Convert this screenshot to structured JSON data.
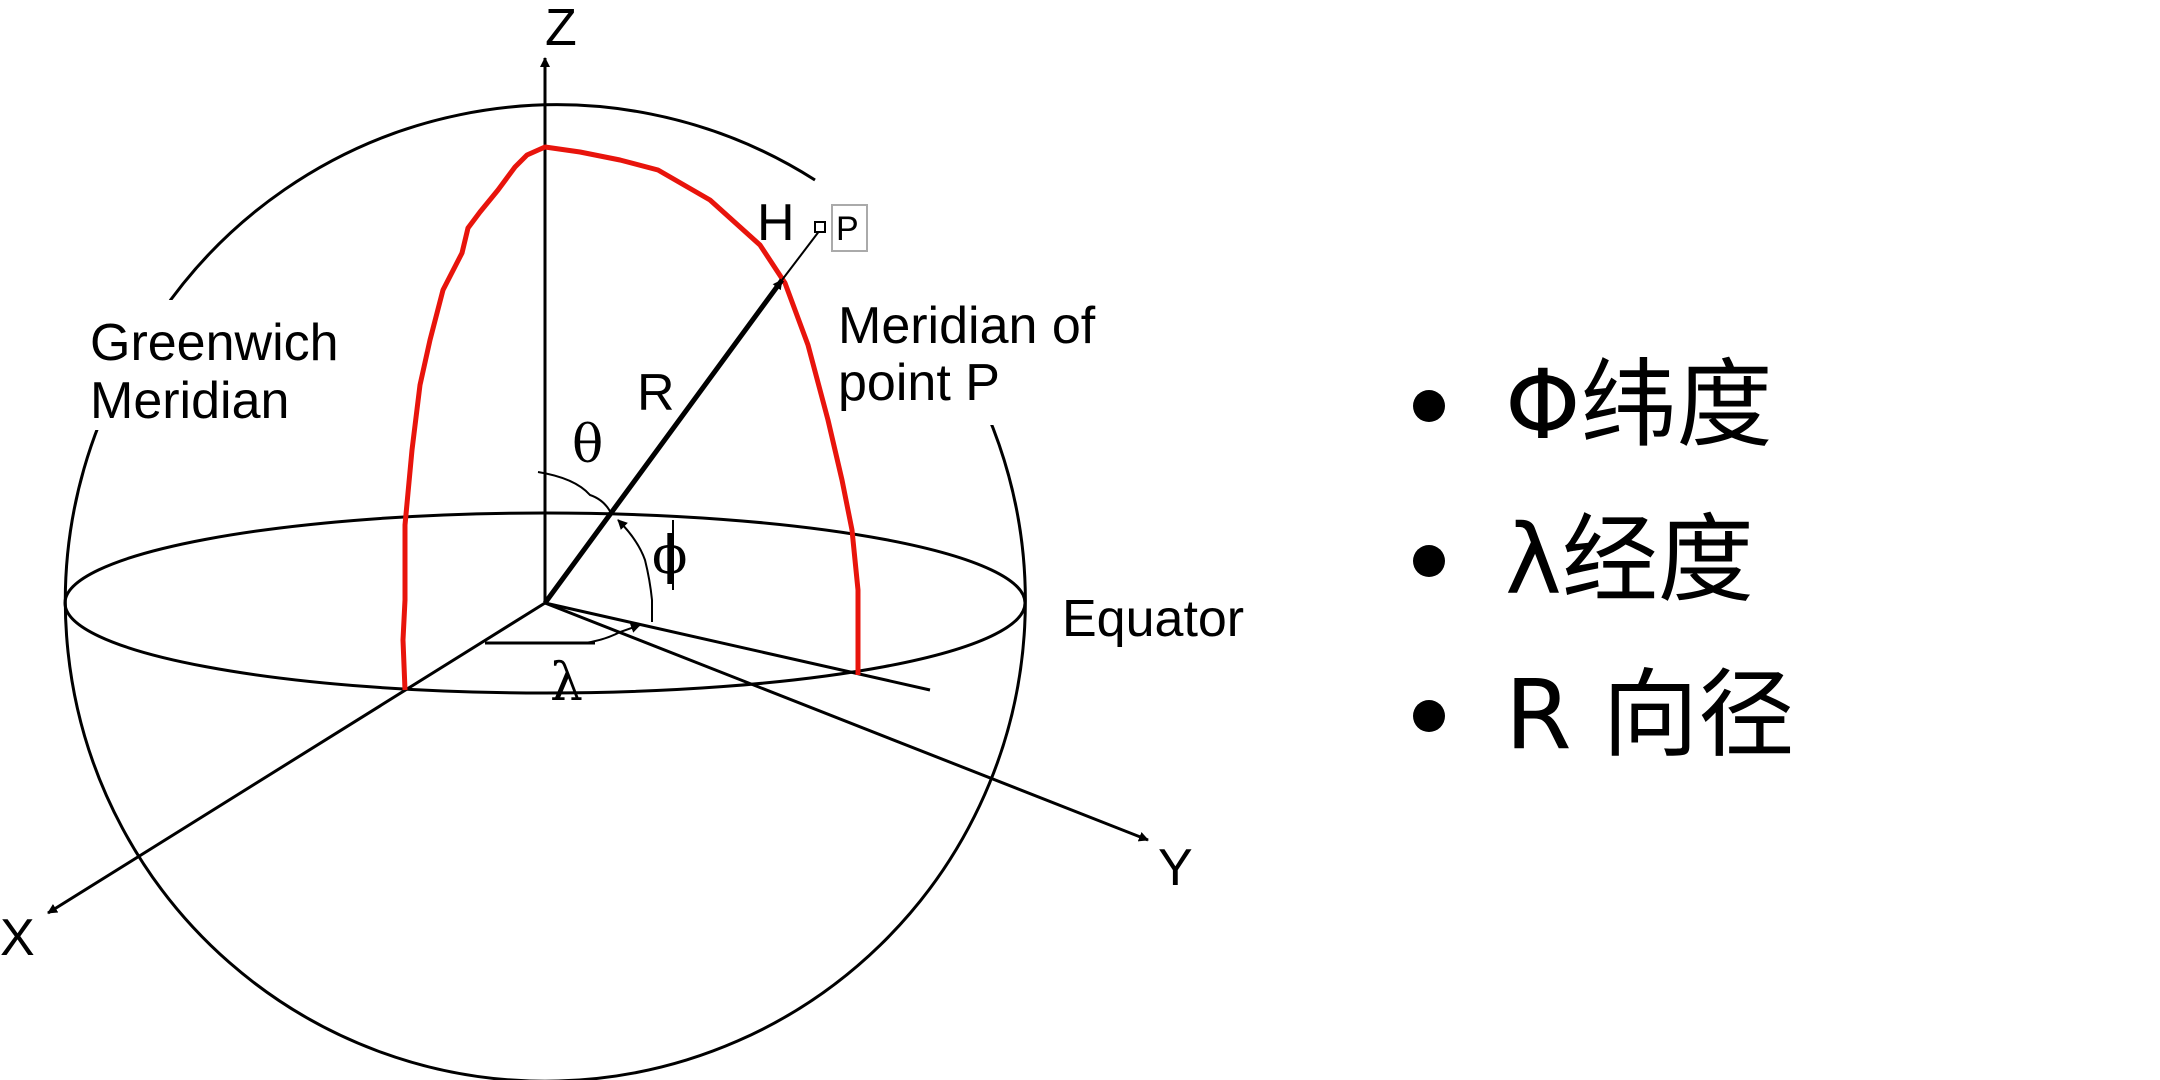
{
  "labels": {
    "z": "Z",
    "x": "X",
    "y": "Y",
    "h": "H",
    "p": "P",
    "r": "R",
    "theta": "θ",
    "phi": "ϕ",
    "lambda": "λ",
    "greenwich_line1": "Greenwich",
    "greenwich_line2": "Meridian",
    "meridian_p_line1": "Meridian of",
    "meridian_p_line2": "point P",
    "equator": "Equator"
  },
  "bullets": [
    {
      "text": "Φ纬度"
    },
    {
      "text": "λ经度"
    },
    {
      "text": "R 向径"
    }
  ],
  "colors": {
    "meridian": "#e8140c",
    "stroke": "#000000"
  }
}
